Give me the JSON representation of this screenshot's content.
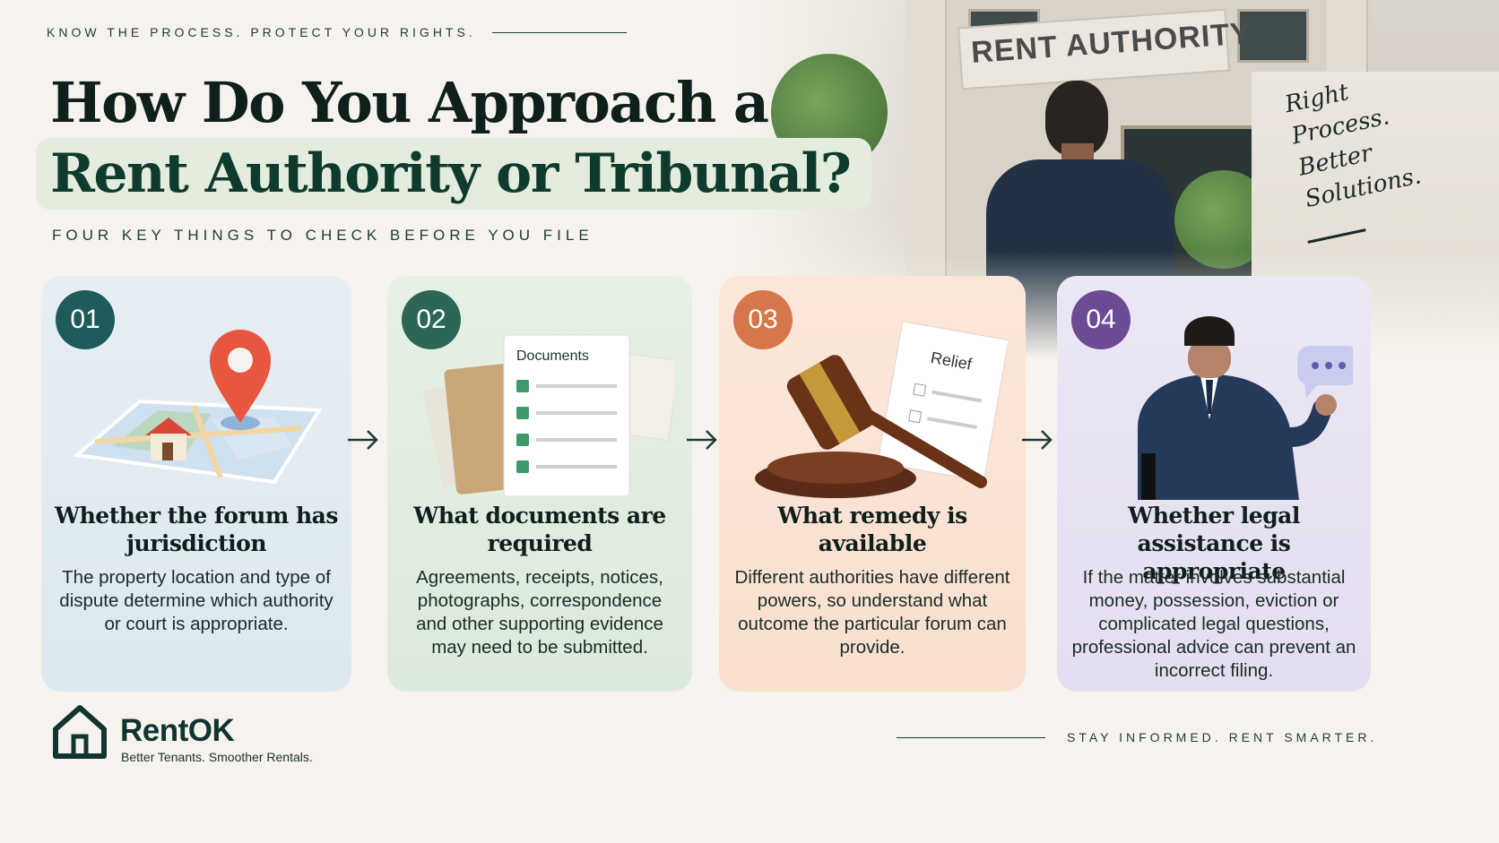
{
  "header": {
    "kicker": "KNOW THE PROCESS. PROTECT YOUR RIGHTS.",
    "title_line1": "How Do You Approach a",
    "title_line2": "Rent Authority or Tribunal?",
    "subkicker": "FOUR KEY THINGS TO CHECK BEFORE YOU FILE"
  },
  "photo": {
    "sign_text": "RENT AUTHORITY",
    "script_text": "Right\nProcess.\nBetter\nSolutions."
  },
  "cards": [
    {
      "number": "01",
      "heading": "Whether the forum has jurisdiction",
      "description": "The property location and type of dispute determine which authority or court is appropriate.",
      "icon": "map-pin-house-icon",
      "accent": "#1f5b5a"
    },
    {
      "number": "02",
      "heading": "What documents are required",
      "description": "Agreements, receipts, notices, photographs, correspondence and other supporting evidence may need to be submitted.",
      "icon": "documents-checklist-icon",
      "illus_label": "Documents",
      "accent": "#2d6656"
    },
    {
      "number": "03",
      "heading": "What remedy is available",
      "description": "Different authorities have different powers, so understand what outcome the particular forum can provide.",
      "icon": "gavel-icon",
      "illus_label": "Relief",
      "accent": "#d5774a"
    },
    {
      "number": "04",
      "heading": "Whether legal assistance is appropriate",
      "description": "If the matter involves substantial money, possession, eviction or complicated legal questions, professional advice can prevent an incorrect filing.",
      "icon": "lawyer-speech-icon",
      "accent": "#6b4b93"
    }
  ],
  "footer": {
    "brand": "RentOK",
    "tagline": "Better Tenants. Smoother Rentals.",
    "right_text": "STAY INFORMED. RENT SMARTER."
  }
}
